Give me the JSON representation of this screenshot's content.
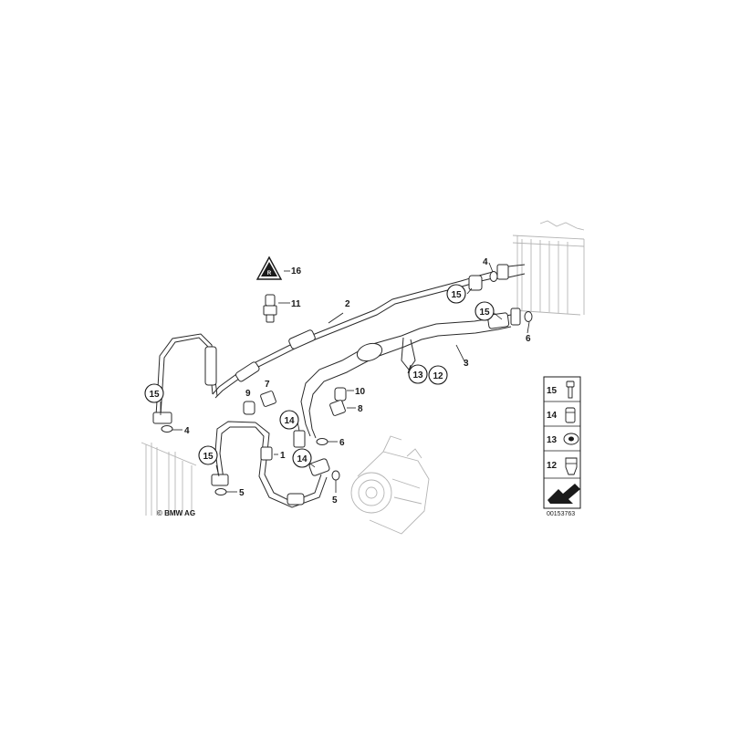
{
  "callouts": [
    {
      "id": "c1",
      "text": "1",
      "circled": false
    },
    {
      "id": "c2",
      "text": "2",
      "circled": false
    },
    {
      "id": "c3",
      "text": "3",
      "circled": false
    },
    {
      "id": "c4a",
      "text": "4",
      "circled": false
    },
    {
      "id": "c4b",
      "text": "4",
      "circled": false
    },
    {
      "id": "c5a",
      "text": "5",
      "circled": false
    },
    {
      "id": "c5b",
      "text": "5",
      "circled": false
    },
    {
      "id": "c6a",
      "text": "6",
      "circled": false
    },
    {
      "id": "c6b",
      "text": "6",
      "circled": false
    },
    {
      "id": "c7",
      "text": "7",
      "circled": false
    },
    {
      "id": "c8",
      "text": "8",
      "circled": false
    },
    {
      "id": "c9",
      "text": "9",
      "circled": false
    },
    {
      "id": "c10",
      "text": "10",
      "circled": false
    },
    {
      "id": "c11",
      "text": "11",
      "circled": false
    },
    {
      "id": "c12",
      "text": "12",
      "circled": true
    },
    {
      "id": "c13",
      "text": "13",
      "circled": true
    },
    {
      "id": "c14a",
      "text": "14",
      "circled": true
    },
    {
      "id": "c14b",
      "text": "14",
      "circled": true
    },
    {
      "id": "c15a",
      "text": "15",
      "circled": true
    },
    {
      "id": "c15b",
      "text": "15",
      "circled": true
    },
    {
      "id": "c15c",
      "text": "15",
      "circled": true
    },
    {
      "id": "c15d",
      "text": "15",
      "circled": true
    },
    {
      "id": "c16",
      "text": "16",
      "circled": false
    }
  ],
  "legend": {
    "items": [
      {
        "number": "15",
        "icon": "bolt-icon"
      },
      {
        "number": "14",
        "icon": "nut-icon"
      },
      {
        "number": "13",
        "icon": "grommet-icon"
      },
      {
        "number": "12",
        "icon": "clip-icon"
      }
    ],
    "arrow_icon": "arrow-icon"
  },
  "warning_icon": "r134a-warning-icon",
  "copyright": "© BMW AG",
  "drawing_number": "00153763"
}
